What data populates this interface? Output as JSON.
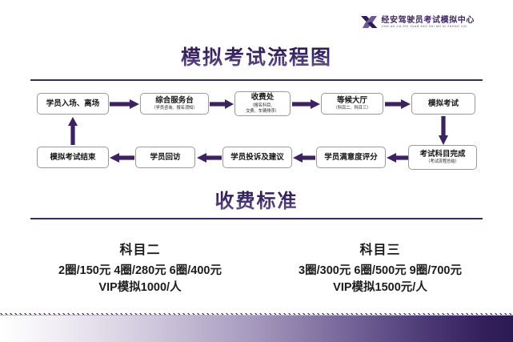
{
  "logo": {
    "cn_name": "经安驾驶员考试模拟中心",
    "en_name": "JING  AN  JIA  SHI  YUAN  KAO  SHI  MO  NI  ZHONG  XIN",
    "mark_icon": "x-logo-icon",
    "color": "#3d2562"
  },
  "titles": {
    "main": "模拟考试流程图",
    "fee_section": "收费标准"
  },
  "flow": {
    "row1": [
      {
        "title": "学员入场、离场",
        "sub": ""
      },
      {
        "title": "综合服务台",
        "sub": "（学员咨询、报名须知）"
      },
      {
        "title": "收费处",
        "sub": "（报名科目、\n交费、车辆排序）"
      },
      {
        "title": "等候大厅",
        "sub": "（科目二、科目三）"
      },
      {
        "title": "模拟考试",
        "sub": ""
      }
    ],
    "row2": [
      {
        "title": "模拟考试结束",
        "sub": ""
      },
      {
        "title": "学员回访",
        "sub": ""
      },
      {
        "title": "学员投诉及建议",
        "sub": ""
      },
      {
        "title": "学员满意度评分",
        "sub": ""
      },
      {
        "title": "考试科目完成",
        "sub": "（考试流程总结）"
      }
    ],
    "arrow_color": "#3c2164"
  },
  "fees": {
    "subject2": {
      "head": "科目二",
      "line1": "2圈/150元  4圈/280元  6圈/400元",
      "line2": "VIP模拟1000/人"
    },
    "subject3": {
      "head": "科目三",
      "line1": "3圈/300元  6圈/500元  9圈/700元",
      "line2": "VIP模拟1500元/人"
    }
  },
  "decoration": {
    "chevron_icon": "chevron-right-repeat-icon",
    "gradient_from": "#ffffff",
    "gradient_to": "#2b1a52"
  }
}
